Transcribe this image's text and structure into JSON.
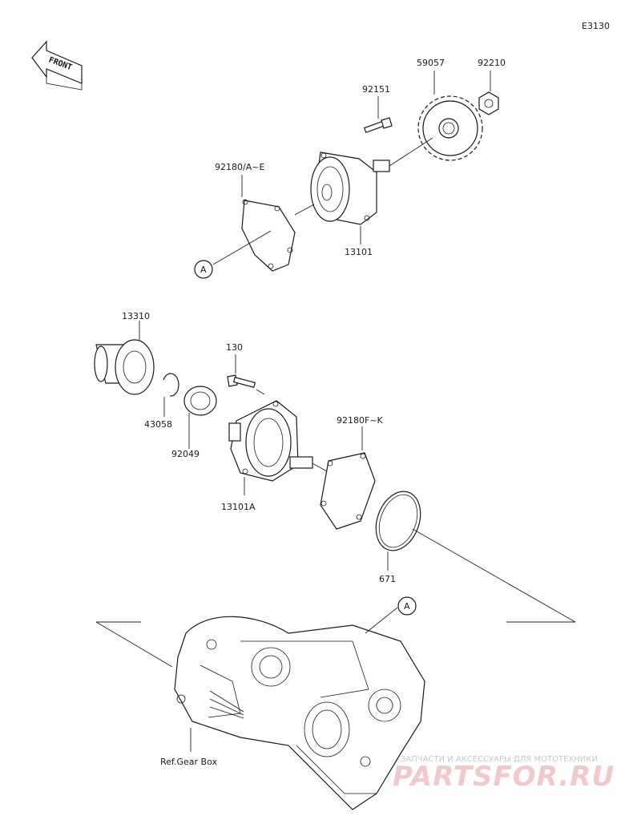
{
  "diagram_code": "E3130",
  "front_label": "FRONT",
  "callout_a": "A",
  "ref_label": "Ref.Gear Box",
  "parts": {
    "p59057": "59057",
    "p92210": "92210",
    "p92151": "92151",
    "p92180ae": "92180/A~E",
    "p13101": "13101",
    "p13310": "13310",
    "p130": "130",
    "p43058": "43058",
    "p92049": "92049",
    "p92180fk": "92180F~K",
    "p13101a": "13101A",
    "p671": "671"
  },
  "watermark": {
    "tagline": "ЗАПЧАСТИ И АКСЕССУАРЫ ДЛЯ МОТОТЕХНИКИ",
    "brand": "PARTSFOR.RU"
  }
}
